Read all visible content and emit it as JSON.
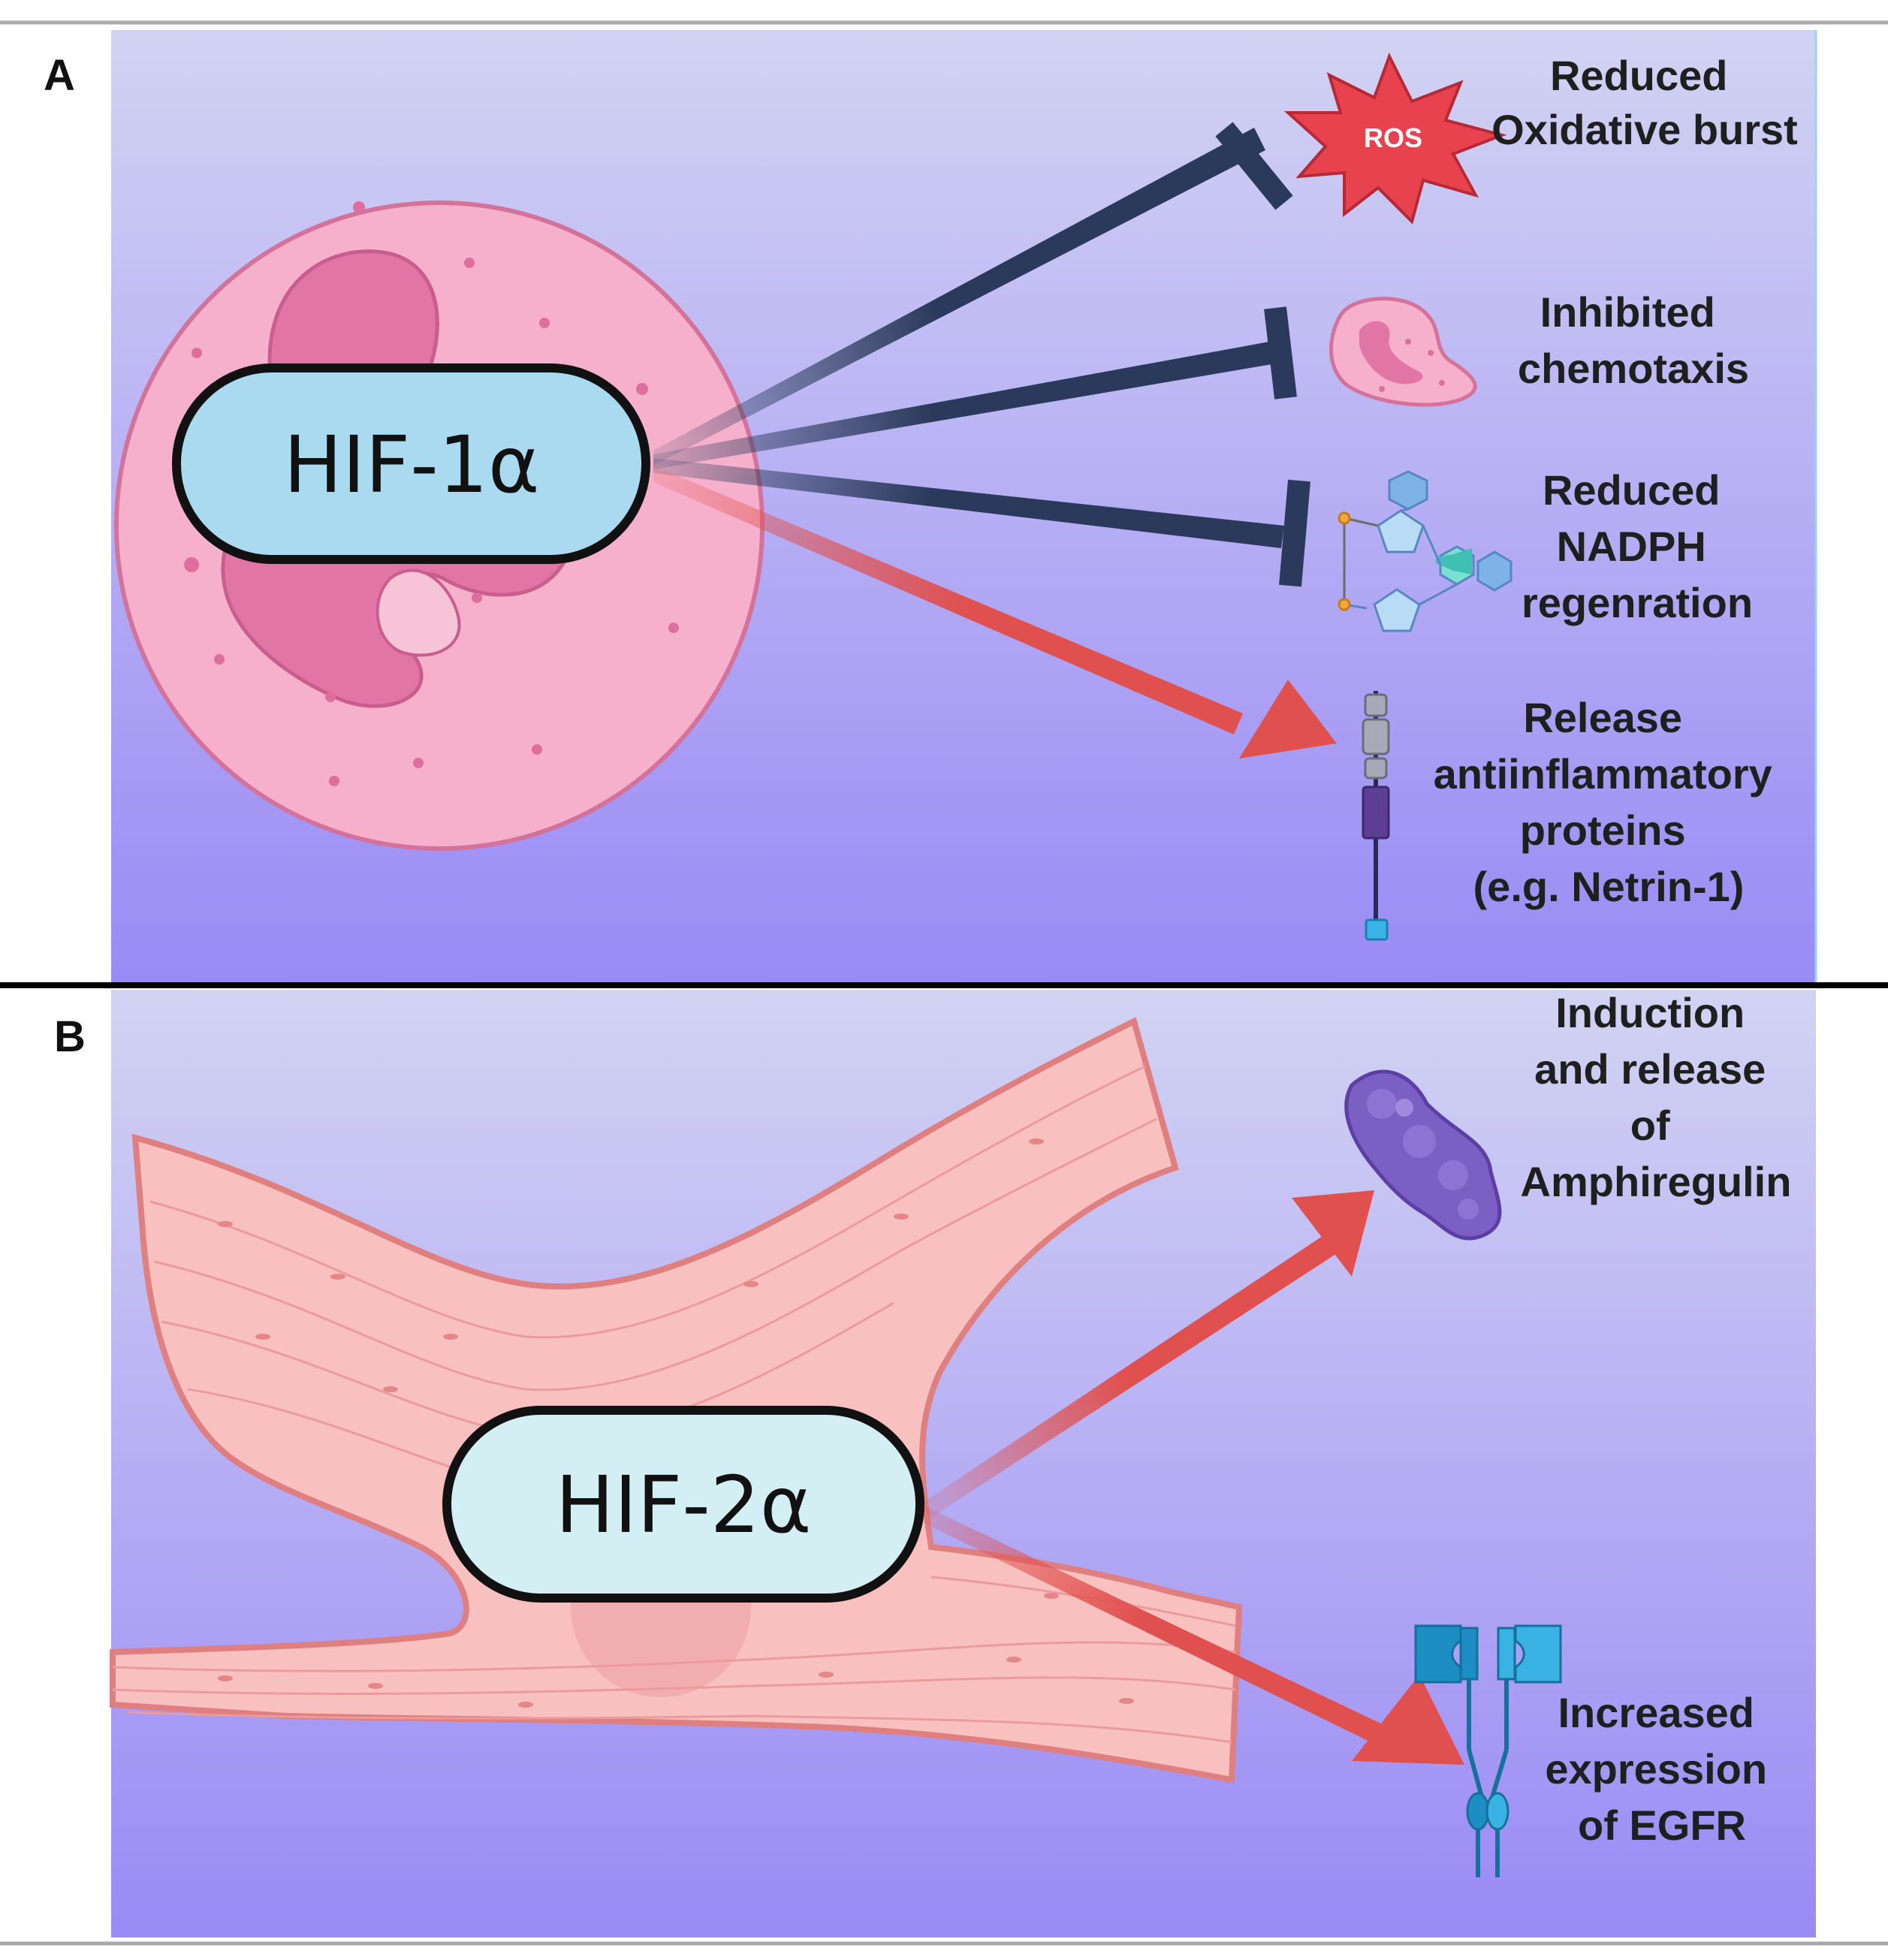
{
  "panel_a": {
    "letter": "A",
    "factor": "HIF-1α",
    "ros_label": "ROS",
    "effects": [
      [
        "Reduced",
        "Oxidative burst"
      ],
      [
        "Inhibited",
        "chemotaxis"
      ],
      [
        "Reduced",
        "NADPH",
        "regenration"
      ],
      [
        "Release",
        "antiinflammatory",
        "proteins",
        "(e.g. Netrin-1)"
      ]
    ]
  },
  "panel_b": {
    "letter": "B",
    "factor": "HIF-2α",
    "effects": [
      [
        "Induction",
        "and release",
        "of",
        "Amphiregulin"
      ],
      [
        "Increased",
        "expression",
        "of EGFR"
      ]
    ]
  },
  "colors": {
    "inhibit": "#2b3a5c",
    "activate": "#e0504e",
    "bg_top": "#d2d3f3",
    "bg_bottom": "#9a8af5",
    "cell": "#f7b0cb",
    "nucleus": "#e176a6",
    "factor_a": "#a9daf0",
    "factor_b": "#d4eff4",
    "muscle": "#f8c0bf"
  }
}
